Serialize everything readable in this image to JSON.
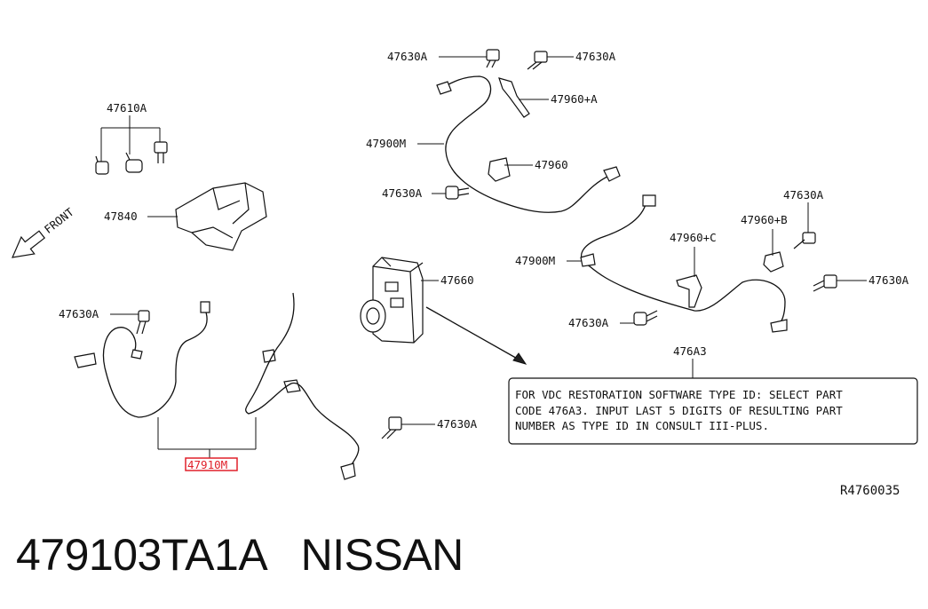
{
  "labels": {
    "bolt_top_left": "47630A",
    "bolt_top_right": "47630A",
    "bracket_a": "47960+A",
    "sensor_front_right": "47900M",
    "bracket_plain": "47960",
    "bolt_mid": "47630A",
    "bolt_group": "47610A",
    "bracket_front": "47840",
    "front_arrow": "FRONT",
    "bolt_right_top": "47630A",
    "bracket_b": "47960+B",
    "bracket_c": "47960+C",
    "sensor_front_left": "47900M",
    "bolt_right": "47630A",
    "actuator": "47660",
    "bolt_lower": "47630A",
    "software": "476A3",
    "bolt_rear_left": "47630A",
    "bolt_rear": "47630A",
    "sensor_rear": "47910M",
    "ref_code": "R4760035"
  },
  "note": {
    "line1": "FOR VDC RESTORATION SOFTWARE TYPE ID:  SELECT PART",
    "line2": "CODE 476A3.  INPUT LAST 5 DIGITS OF RESULTING PART",
    "line3": "NUMBER AS TYPE ID IN CONSULT III-PLUS."
  },
  "caption": {
    "part_number": "479103TA1A",
    "brand": "NISSAN"
  },
  "colors": {
    "highlight": "#e0202a",
    "ink": "#111111"
  }
}
